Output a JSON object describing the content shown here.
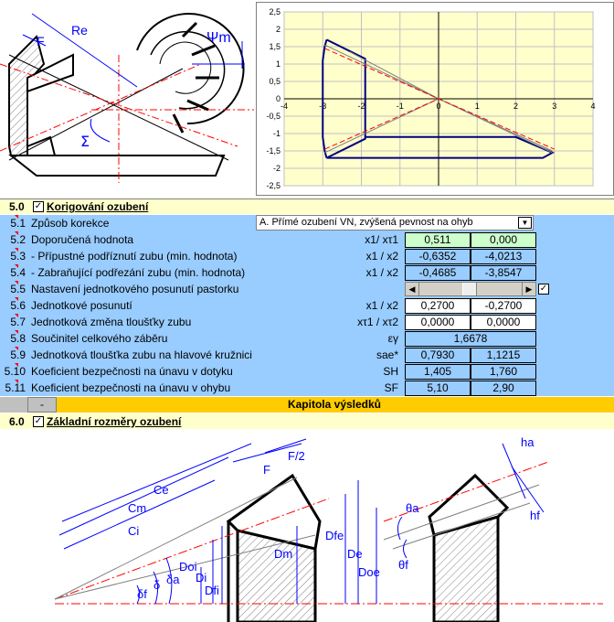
{
  "drawing_top": {
    "labels": {
      "F": "F",
      "Re": "Re",
      "psi": "Ψm",
      "sigma": "Σ"
    }
  },
  "chart_data": {
    "type": "line",
    "xlim": [
      -4,
      4
    ],
    "ylim": [
      -2.5,
      2.5
    ],
    "x_ticks": [
      "-4",
      "-3",
      "-2",
      "-1",
      "0",
      "1",
      "2",
      "3",
      "4"
    ],
    "y_ticks": [
      "2,5",
      "2",
      "1,5",
      "1",
      "0,5",
      "0",
      "-0,5",
      "-1",
      "-1,5",
      "-2",
      "-2,5"
    ],
    "grid": true,
    "series": [
      {
        "color": "#000080",
        "points": [
          [
            -2.9,
            1.7
          ],
          [
            -2.95,
            1.5
          ],
          [
            -3.0,
            1.1
          ],
          [
            -3.0,
            -1.1
          ],
          [
            -2.95,
            -1.5
          ],
          [
            -2.9,
            -1.7
          ]
        ]
      },
      {
        "color": "#000080",
        "points": [
          [
            -2.9,
            1.7
          ],
          [
            -1.9,
            1.15
          ],
          [
            -1.9,
            -1.15
          ],
          [
            -2.9,
            -1.7
          ]
        ]
      },
      {
        "color": "#000080",
        "points": [
          [
            -2.9,
            -1.7
          ],
          [
            2.7,
            -1.7
          ],
          [
            2.95,
            -1.55
          ],
          [
            2.0,
            -1.1
          ],
          [
            -1.9,
            -1.1
          ]
        ]
      },
      {
        "color": "#808080",
        "points": [
          [
            -2.95,
            1.55
          ],
          [
            0,
            0
          ],
          [
            2.95,
            -1.5
          ]
        ]
      },
      {
        "color": "#808080",
        "points": [
          [
            -2.95,
            -1.55
          ],
          [
            0,
            0
          ],
          [
            2.95,
            -1.55
          ]
        ]
      },
      {
        "color": "#808080",
        "points": [
          [
            -2.3,
            1.35
          ],
          [
            0,
            0
          ]
        ]
      },
      {
        "color": "#ff0000",
        "dash": true,
        "points": [
          [
            -2.95,
            1.45
          ],
          [
            0,
            0
          ],
          [
            3.0,
            -1.45
          ]
        ]
      },
      {
        "color": "#ff0000",
        "dash": true,
        "points": [
          [
            -2.95,
            -1.45
          ],
          [
            0,
            0
          ]
        ]
      }
    ]
  },
  "section5": {
    "number": "5.0",
    "title": "Korigování ozubení",
    "checked": "✓"
  },
  "rows": [
    {
      "num": "5.1",
      "label": "Způsob korekce",
      "sym": "",
      "dropdown": "A. Přímé ozubení VN, zvýšená pevnost na ohyb"
    },
    {
      "num": "5.2",
      "label": "Doporučená hodnota",
      "sym": "x1/ xτ1",
      "v1": "0,511",
      "v2": "0,000",
      "style": "g"
    },
    {
      "num": "5.3",
      "label": "- Přípustné podříznutí zubu (min. hodnota)",
      "sym": "x1 / x2",
      "v1": "-0,6352",
      "v2": "-4,0213",
      "style": "b"
    },
    {
      "num": "5.4",
      "label": "- Zabraňující podřezání zubu (min. hodnota)",
      "sym": "x1 / x2",
      "v1": "-0,4685",
      "v2": "-3,8547",
      "style": "b"
    },
    {
      "num": "5.5",
      "label": "Nastavení jednotkového posunutí pastorku",
      "sym": "",
      "slider": true
    },
    {
      "num": "5.6",
      "label": "Jednotkové posunutí",
      "sym": "x1 / x2",
      "v1": "0,2700",
      "v2": "-0,2700",
      "style": "w"
    },
    {
      "num": "5.7",
      "label": "Jednotková změna tloušťky zubu",
      "sym": "xτ1 / xτ2",
      "v1": "0,0000",
      "v2": "0,0000",
      "style": "w"
    },
    {
      "num": "5.8",
      "label": "Součinitel celkového záběru",
      "sym": "εγ",
      "single": "1,6678"
    },
    {
      "num": "5.9",
      "label": "Jednotková tloušťka zubu na hlavové kružnici",
      "sym": "sae*",
      "v1": "0,7930",
      "v2": "1,1215",
      "style": "b"
    },
    {
      "num": "5.10",
      "label": "Koeficient bezpečnosti na únavu v dotyku",
      "sym": "SH",
      "v1": "1,405",
      "v2": "1,760",
      "style": "b"
    },
    {
      "num": "5.11",
      "label": "Koeficient bezpečnosti na únavu v ohybu",
      "sym": "SF",
      "v1": "5,10",
      "v2": "2,90",
      "style": "b"
    }
  ],
  "chapter": {
    "button": "-",
    "title": "Kapitola výsledků"
  },
  "section6": {
    "number": "6.0",
    "title": "Základní rozměry ozubení",
    "checked": "✓"
  },
  "drawing_bottom": {
    "labels": {
      "Ce": "Ce",
      "Cm": "Cm",
      "Ci": "Ci",
      "F": "F",
      "F2": "F/2",
      "Dm": "Dm",
      "Dfe": "Dfe",
      "De": "De",
      "Doe": "Doe",
      "Doi": "Doi",
      "Di": "Di",
      "Dfi": "Dfi",
      "df": "δf",
      "d": "δ",
      "da": "δa",
      "ha": "ha",
      "hf": "hf",
      "thetaa": "θa",
      "thetaf": "θf"
    }
  },
  "colors": {
    "blue": "#99ccff",
    "green": "#ccffcc",
    "header": "#ffffcc",
    "chapter": "#ffcc00",
    "plot": "#ffffcc",
    "drawing_red": "#ff0000",
    "drawing_blue": "#0000ff"
  }
}
